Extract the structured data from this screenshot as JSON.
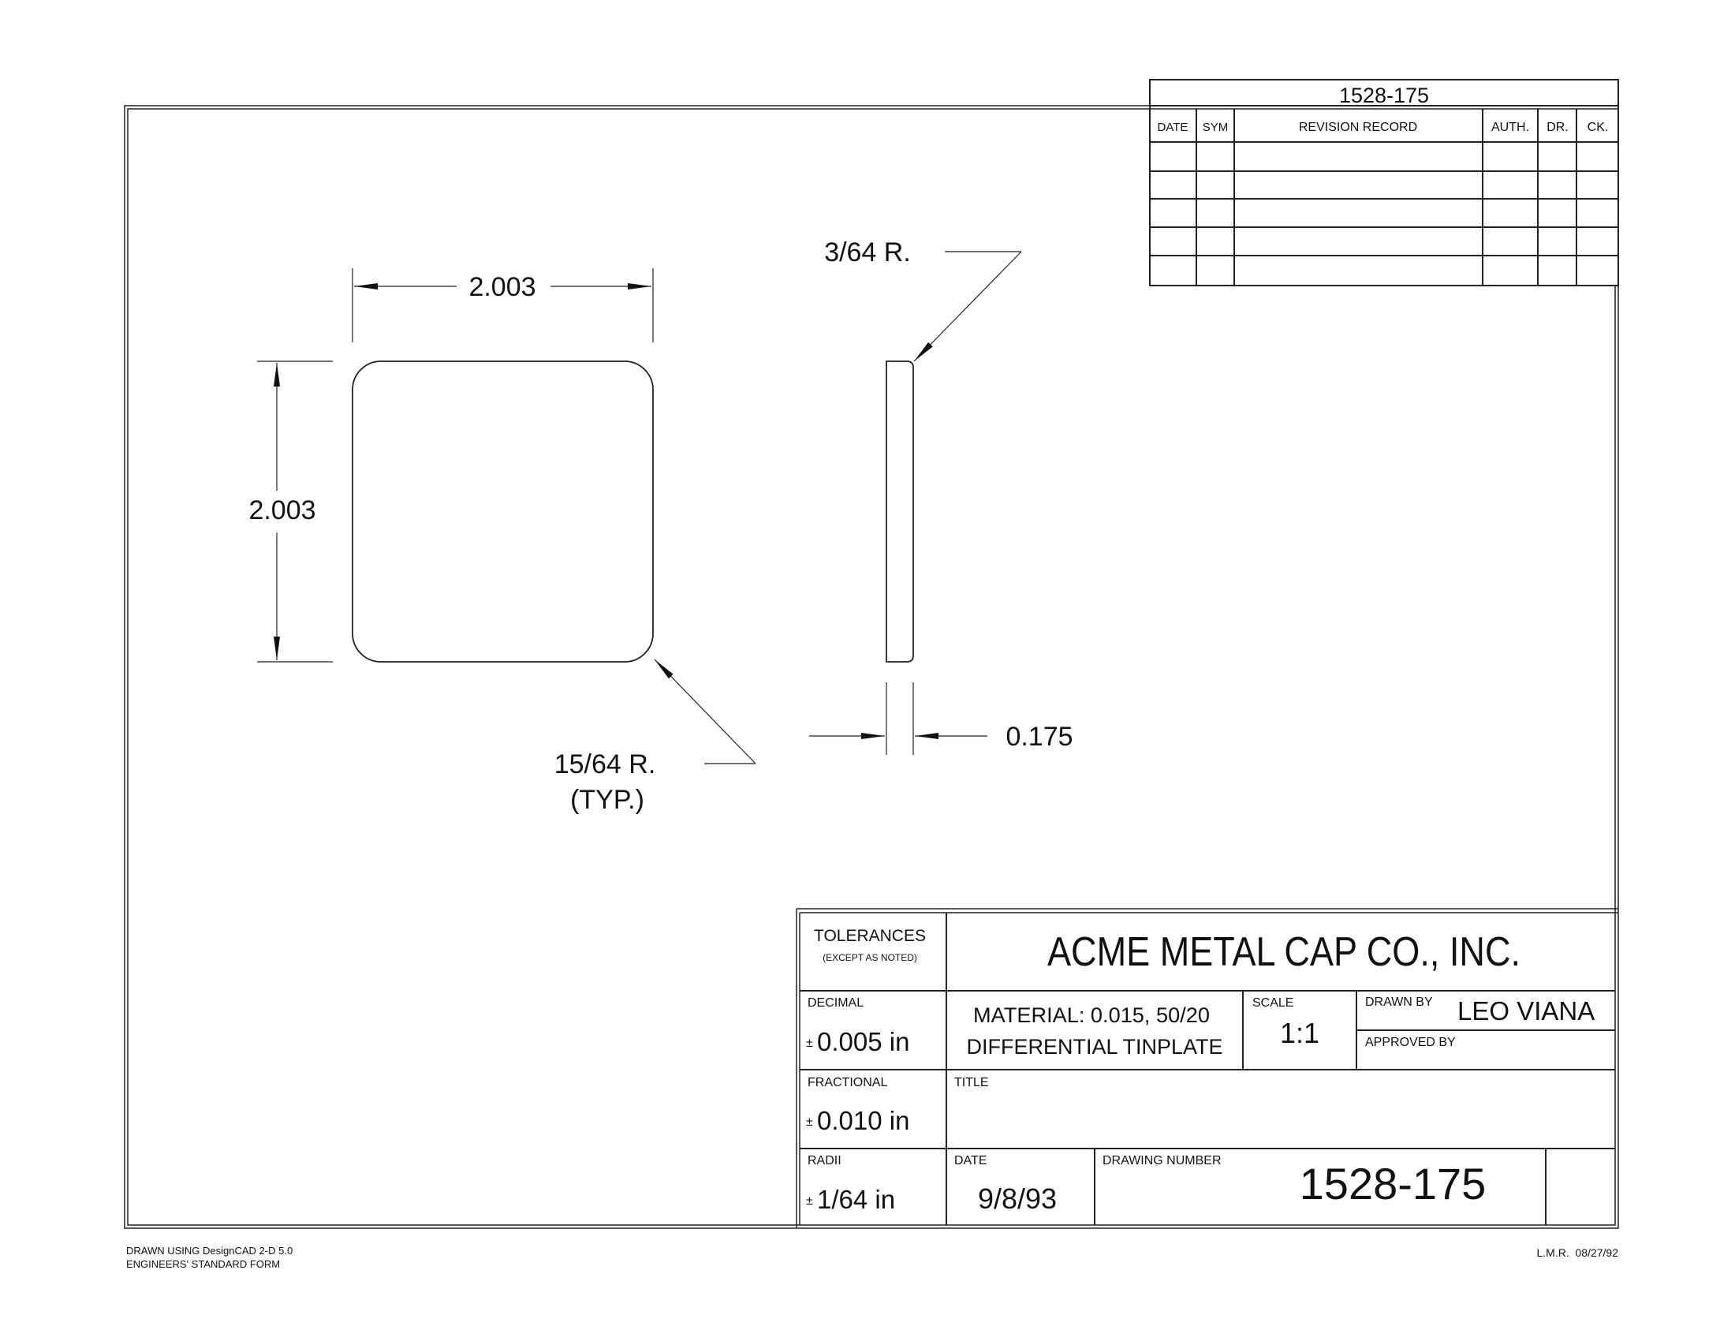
{
  "revision_block": {
    "drawing_number": "1528-175",
    "headers": [
      "DATE",
      "SYM",
      "REVISION RECORD",
      "AUTH.",
      "DR.",
      "CK."
    ]
  },
  "dimensions": {
    "width": "2.003",
    "height": "2.003",
    "edge_radius": "3/64 R.",
    "corner_radius": "15/64 R.",
    "corner_radius_note": "(TYP.)",
    "thickness": "0.175"
  },
  "title_block": {
    "tolerances_label": "TOLERANCES",
    "tolerances_note": "(EXCEPT AS NOTED)",
    "company": "ACME METAL CAP CO., INC.",
    "decimal_label": "DECIMAL",
    "decimal_value": "0.005 in",
    "fractional_label": "FRACTIONAL",
    "fractional_value": "0.010 in",
    "radii_label": "RADII",
    "radii_value": "1/64 in",
    "material_line1": "MATERIAL: 0.015, 50/20",
    "material_line2": "DIFFERENTIAL TINPLATE",
    "scale_label": "SCALE",
    "scale_value": "1:1",
    "drawn_by_label": "DRAWN BY",
    "drawn_by_value": "LEO VIANA",
    "approved_by_label": "APPROVED BY",
    "title_label": "TITLE",
    "date_label": "DATE",
    "date_value": "9/8/93",
    "drawing_number_label": "DRAWING NUMBER",
    "drawing_number_value": "1528-175",
    "plus_minus": "±"
  },
  "footer": {
    "line1": "DRAWN USING DesignCAD 2-D 5.0",
    "line2": "ENGINEERS' STANDARD FORM",
    "right": "L.M.R.  08/27/92"
  }
}
